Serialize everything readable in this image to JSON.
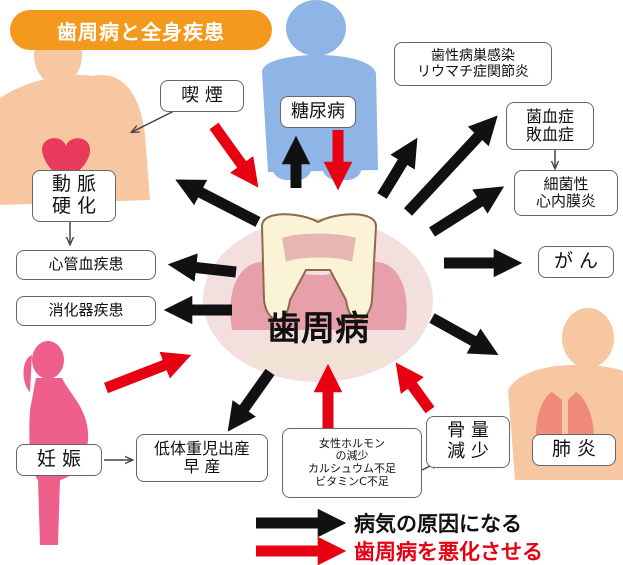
{
  "title": "歯周病と全身疾患",
  "center_label": "歯周病",
  "boxes": {
    "smoking": "喫 煙",
    "diabetes": "糖尿病",
    "rheumatism": "歯性病巣感染\nリウマチ症関節炎",
    "sepsis": "菌血症\n敗血症",
    "endocarditis": "細菌性\n心内膜炎",
    "cancer": "が ん",
    "arteriosclerosis": "動 脈\n硬 化",
    "cardiovascular": "心管血疾患",
    "digestive": "消化器疾患",
    "pregnancy": "妊 娠",
    "lowbirth": "低体重児出産\n早 産",
    "hormone": "女性ホルモン\nの減少\nカルシュウム不足\nビタミンC不足",
    "boneloss": "骨 量\n減 少",
    "pneumonia": "肺 炎"
  },
  "legend": {
    "cause": "病気の原因になる",
    "worsen": "歯周病を悪化させる"
  },
  "colors": {
    "title_bg": "#f39a1e",
    "cause_arrow": "#111111",
    "worsen_arrow": "#e60012",
    "skin": "#f6c7a0",
    "blue_body": "#8fb4e6",
    "pregnant": "#ef5f8c",
    "heart": "#e83a5a",
    "lung": "#f08a7a"
  }
}
